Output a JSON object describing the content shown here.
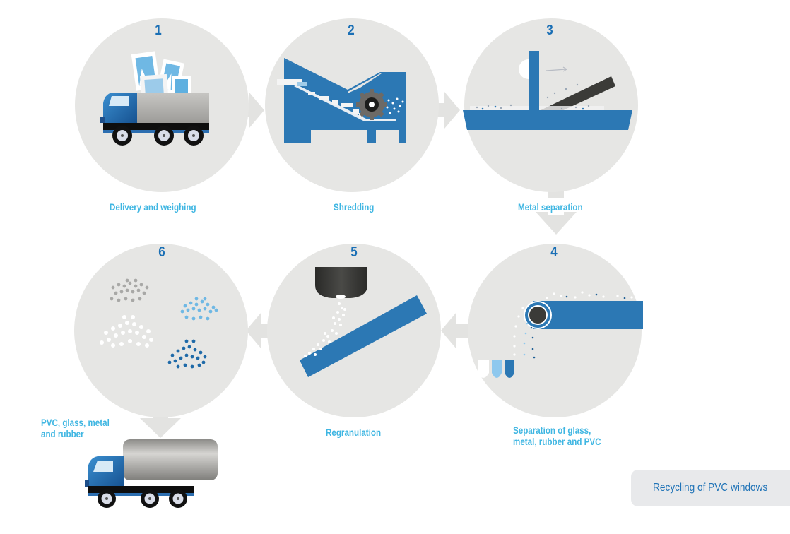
{
  "diagram": {
    "title": "Recycling of PVC windows",
    "colors": {
      "circle_bg": "#e6e6e4",
      "step_number": "#1a6fb5",
      "step_label": "#3fb6e2",
      "machine_blue": "#2c78b4",
      "dark_grey": "#3b3b38",
      "caption_bg": "#e8e9eb",
      "caption_text": "#1f73b7",
      "arrow": "#e3e3e1"
    },
    "steps": [
      {
        "number": "1",
        "label": "Delivery and weighing",
        "icon": "delivery-truck-with-windows-icon"
      },
      {
        "number": "2",
        "label": "Shredding",
        "icon": "shredder-machine-icon"
      },
      {
        "number": "3",
        "label": "Metal separation",
        "icon": "magnetic-separator-icon"
      },
      {
        "number": "4",
        "label_line1": "Separation of glass,",
        "label_line2": "metal, rubber and PVC",
        "icon": "conveyor-sorting-icon"
      },
      {
        "number": "5",
        "label": "Regranulation",
        "icon": "granulator-hopper-icon"
      },
      {
        "number": "6",
        "icon": "sorted-granules-icon"
      }
    ],
    "output": {
      "label_line1": "PVC, glass, metal",
      "label_line2": "and rubber",
      "icon": "tanker-truck-icon"
    },
    "flow": [
      {
        "from": "1",
        "to": "2",
        "direction": "right"
      },
      {
        "from": "2",
        "to": "3",
        "direction": "right"
      },
      {
        "from": "3",
        "to": "4",
        "direction": "down"
      },
      {
        "from": "4",
        "to": "5",
        "direction": "left"
      },
      {
        "from": "5",
        "to": "6",
        "direction": "left"
      },
      {
        "from": "6",
        "to": "output",
        "direction": "down"
      }
    ]
  }
}
